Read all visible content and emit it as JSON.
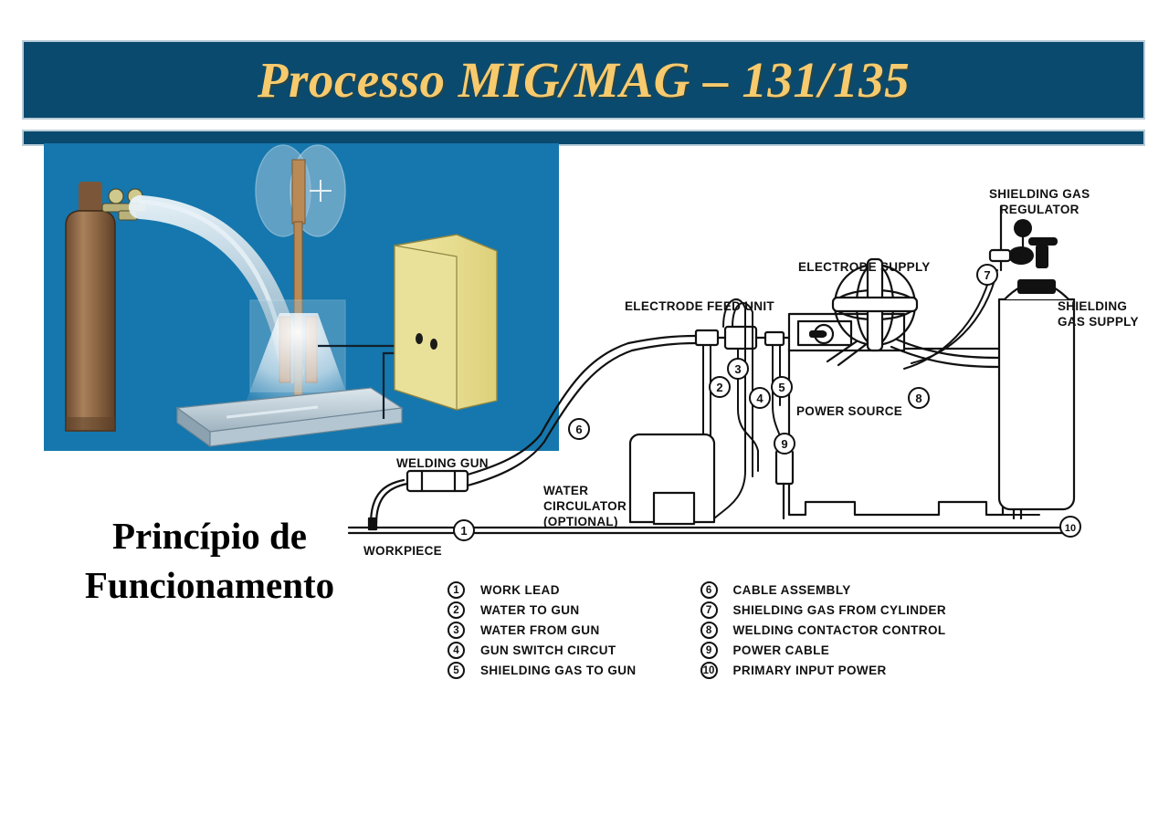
{
  "slide": {
    "title": "Processo MIG/MAG – 131/135",
    "caption_line1": "Princípio de",
    "caption_line2": "Funcionamento",
    "colors": {
      "banner_background": "#0a4a6e",
      "banner_border": "#b9cdd8",
      "title_text": "#f7ca6d",
      "photo_background": "#1577ad",
      "page_background": "#ffffff",
      "diagram_ink": "#111111"
    }
  },
  "photo": {
    "name": "mig-mag-welding-illustration",
    "parts": {
      "gas_cylinder": "brown shielding gas cylinder with regulator",
      "wire_spool": "electrode wire spool at top",
      "gas_hose": "curved gas hose from cylinder to torch",
      "torch_nozzle": "welding torch nozzle with shielding gas cone",
      "workpiece_plate": "steel plate workpiece",
      "power_source": "yellow power source cabinet"
    }
  },
  "diagram": {
    "labels": {
      "electrode_feed_unit": "ELECTRODE FEED UNIT",
      "electrode_supply": "ELECTRODE SUPPLY",
      "shielding_gas_regulator": "SHIELDING GAS\nREGULATOR",
      "shielding_gas_supply": "SHIELDING\nGAS SUPPLY",
      "power_source": "POWER SOURCE",
      "welding_gun": "WELDING GUN",
      "workpiece": "WORKPIECE",
      "water_circulator": "WATER\nCIRCULATOR\n(OPTIONAL)"
    },
    "callouts": [
      "1",
      "2",
      "3",
      "4",
      "5",
      "6",
      "7",
      "8",
      "9",
      "10"
    ]
  },
  "legend": {
    "left": [
      {
        "num": "1",
        "label": "WORK LEAD"
      },
      {
        "num": "2",
        "label": "WATER TO GUN"
      },
      {
        "num": "3",
        "label": "WATER FROM GUN"
      },
      {
        "num": "4",
        "label": "GUN SWITCH CIRCUT"
      },
      {
        "num": "5",
        "label": "SHIELDING GAS TO GUN"
      }
    ],
    "right": [
      {
        "num": "6",
        "label": "CABLE ASSEMBLY"
      },
      {
        "num": "7",
        "label": "SHIELDING GAS FROM CYLINDER"
      },
      {
        "num": "8",
        "label": "WELDING CONTACTOR CONTROL"
      },
      {
        "num": "9",
        "label": "POWER CABLE"
      },
      {
        "num": "10",
        "label": "PRIMARY INPUT POWER"
      }
    ]
  }
}
